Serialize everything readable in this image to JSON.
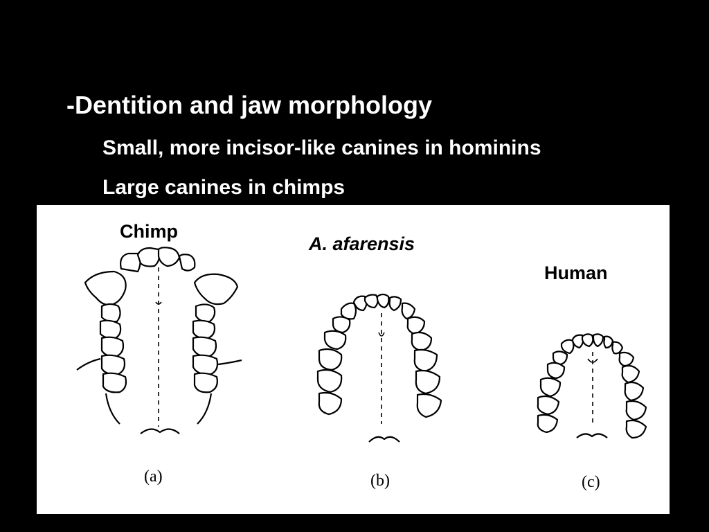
{
  "slide": {
    "heading": "-Dentition and jaw morphology",
    "bullets": [
      "Small, more incisor-like canines in hominins",
      "Large canines in chimps"
    ]
  },
  "figure": {
    "labels": {
      "chimp": "Chimp",
      "afarensis": "A. afarensis",
      "human": "Human"
    },
    "captions": {
      "a": "(a)",
      "b": "(b)",
      "c": "(c)"
    }
  }
}
